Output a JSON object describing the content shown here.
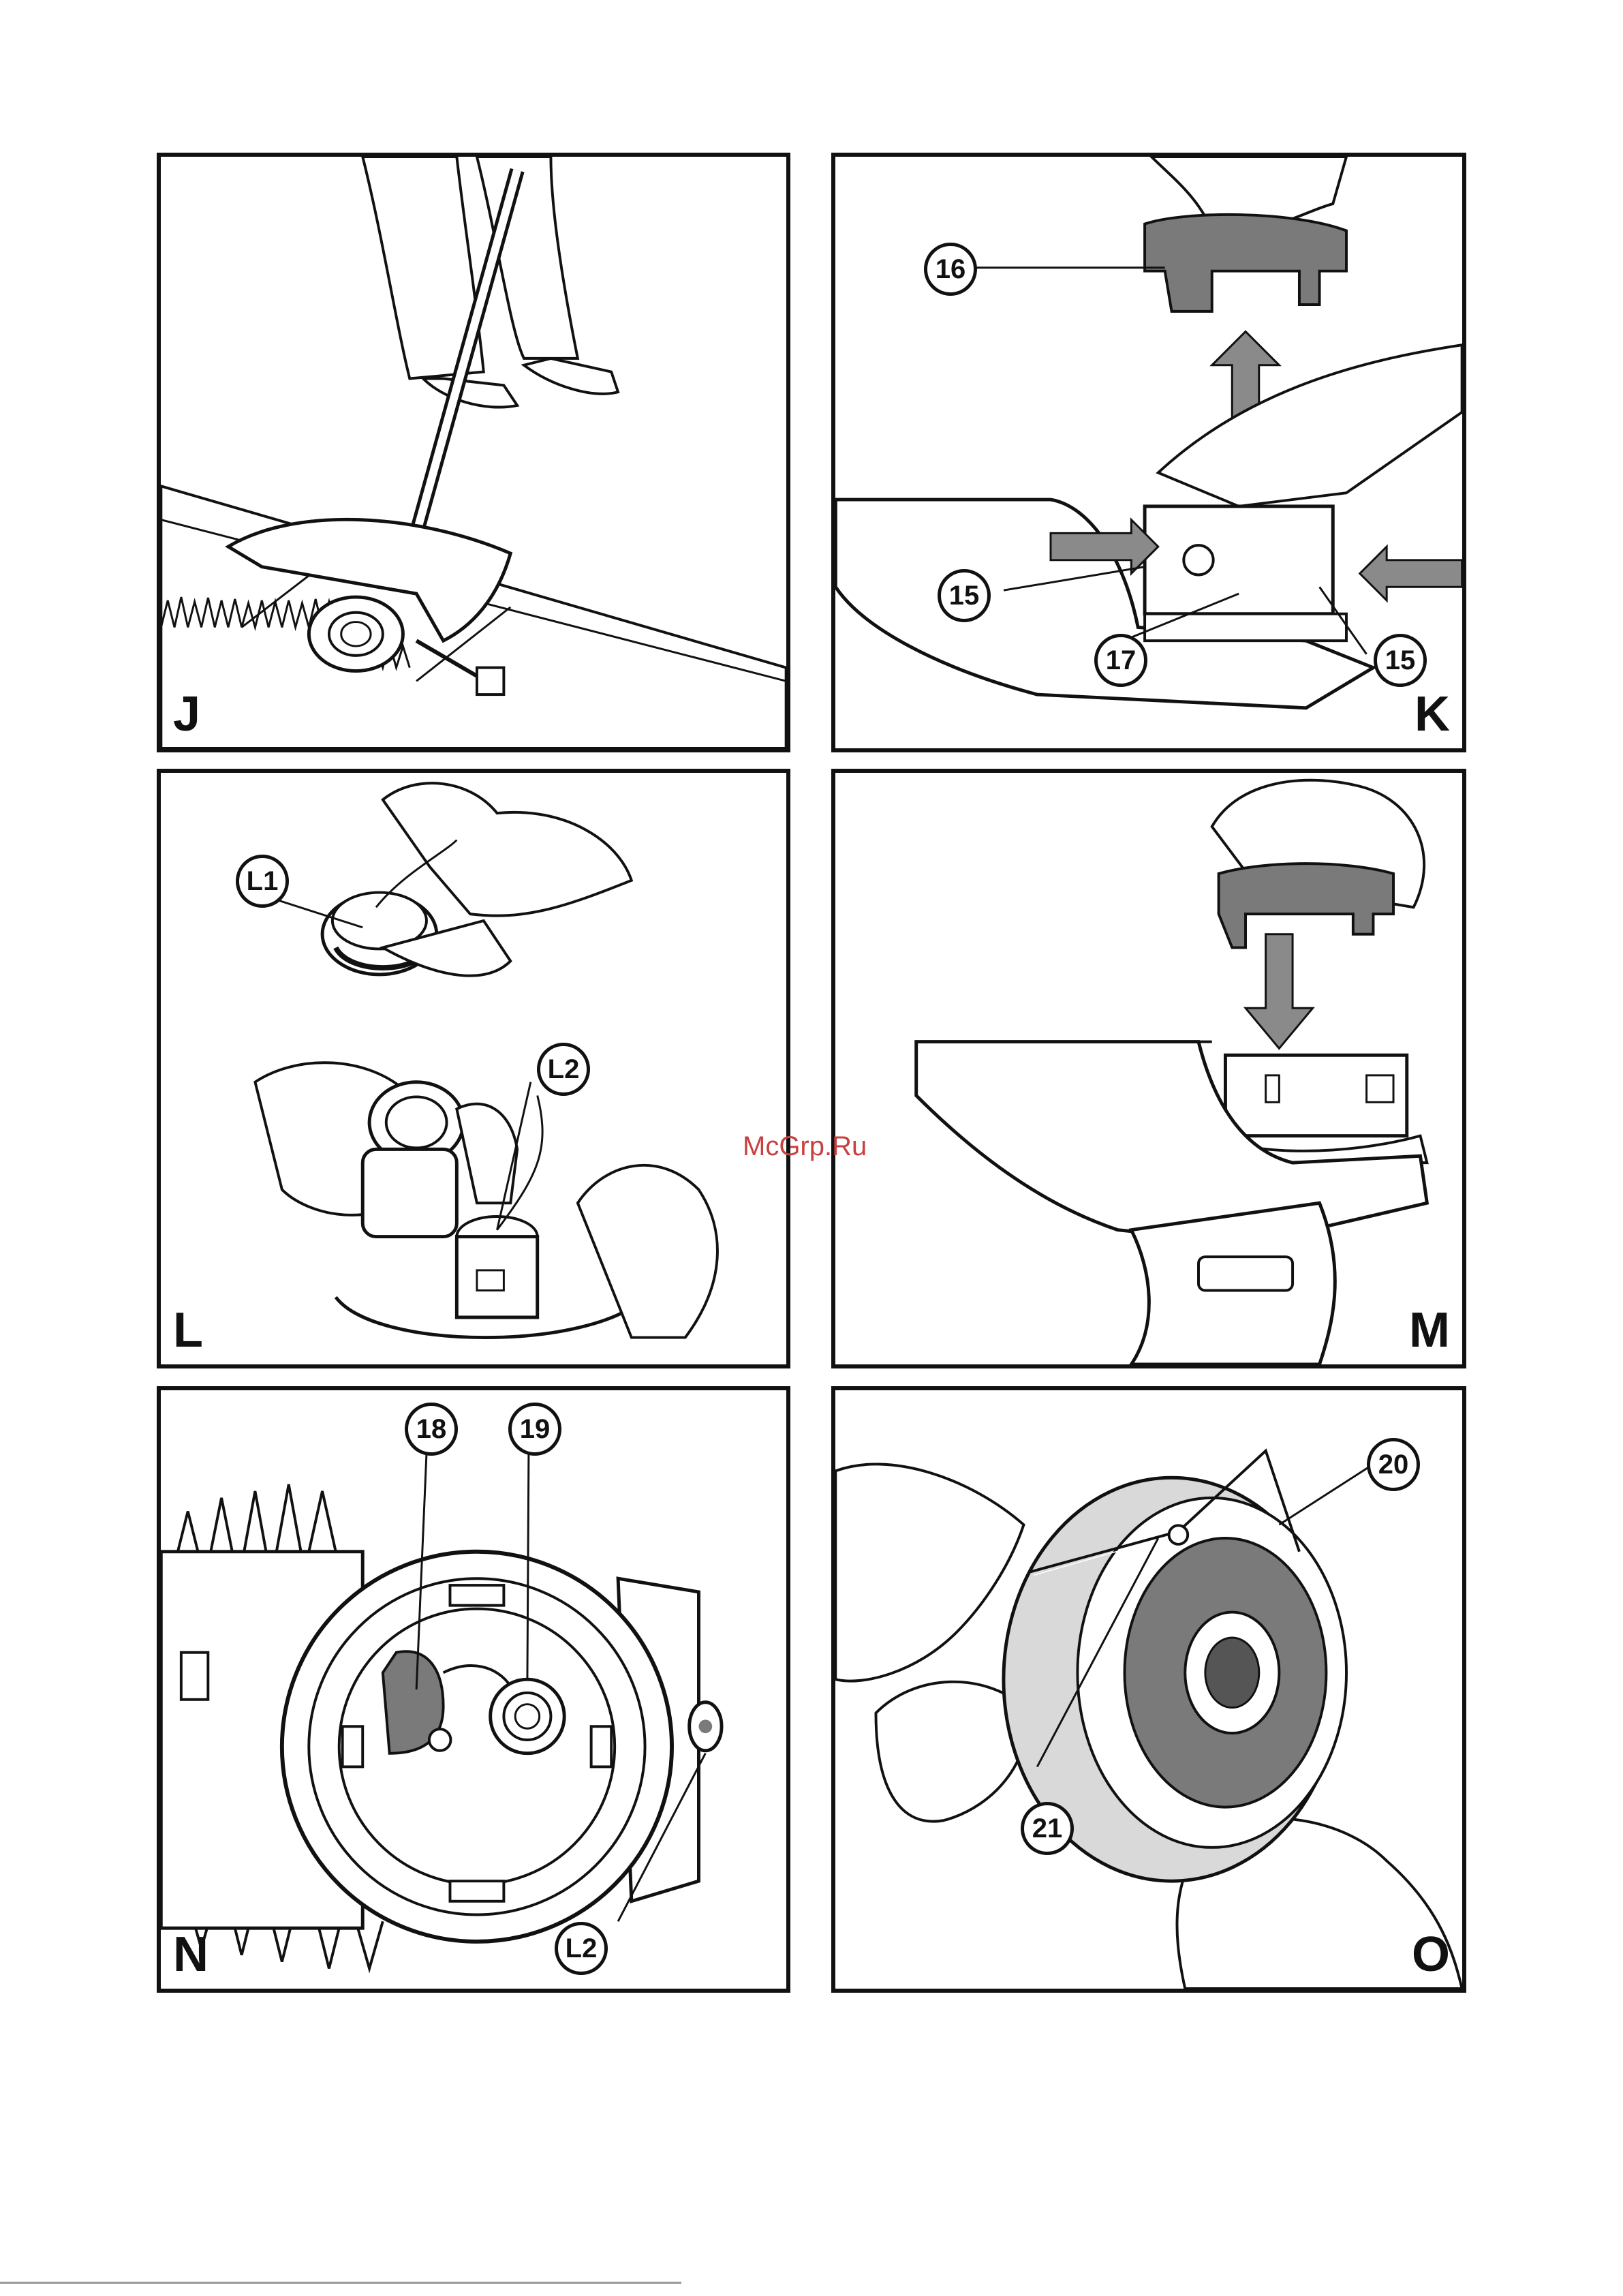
{
  "watermark": "McGrp.Ru",
  "panels": {
    "J": {
      "letter": "J"
    },
    "K": {
      "letter": "K",
      "callouts": [
        "16",
        "15",
        "17",
        "15"
      ]
    },
    "L": {
      "letter": "L",
      "callouts": [
        "L1",
        "L2"
      ]
    },
    "M": {
      "letter": "M"
    },
    "N": {
      "letter": "N",
      "callouts": [
        "18",
        "19",
        "L2"
      ]
    },
    "O": {
      "letter": "O",
      "callouts": [
        "20",
        "21"
      ]
    }
  },
  "colors": {
    "line": "#111111",
    "fill_grey": "#7a7a7a",
    "light_grey": "#d9d9d9",
    "arrow_grey": "#8a8a8a"
  }
}
